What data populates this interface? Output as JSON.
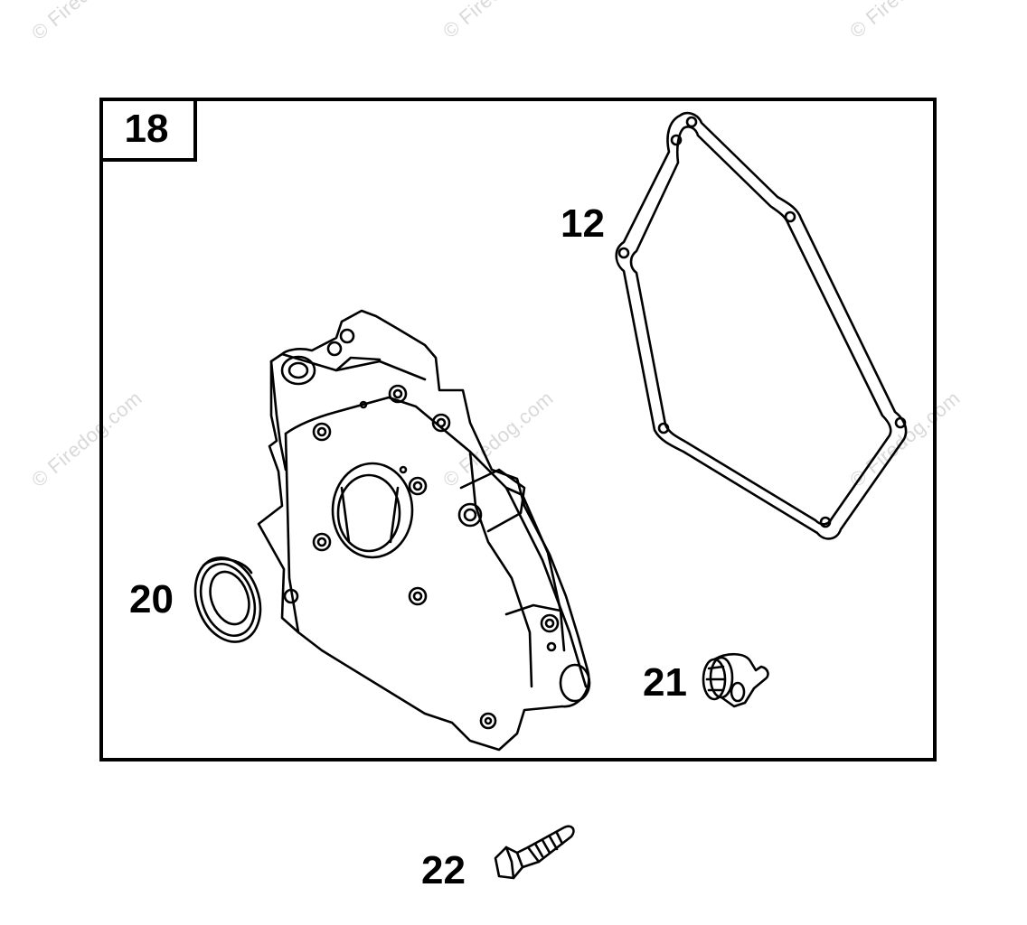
{
  "watermark": {
    "text": "© Firedog.com"
  },
  "assembly": {
    "ref": "18"
  },
  "callouts": {
    "gasket": "12",
    "oil_seal": "20",
    "plug": "21",
    "bolt": "22"
  }
}
